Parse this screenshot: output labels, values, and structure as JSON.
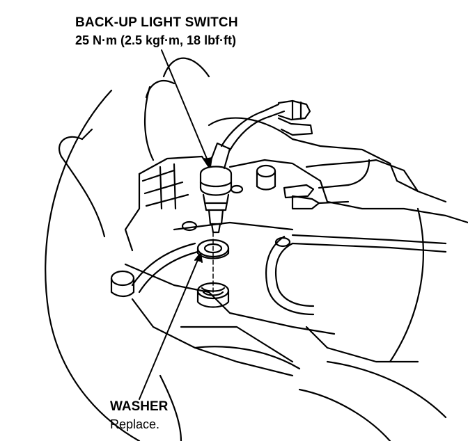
{
  "diagram": {
    "callouts": {
      "switch_title": "BACK-UP LIGHT SWITCH",
      "switch_torque": "25 N·m (2.5 kgf·m, 18 lbf·ft)",
      "washer_title": "WASHER",
      "washer_note": "Replace."
    },
    "colors": {
      "ink": "#000000",
      "paper": "#ffffff"
    }
  }
}
